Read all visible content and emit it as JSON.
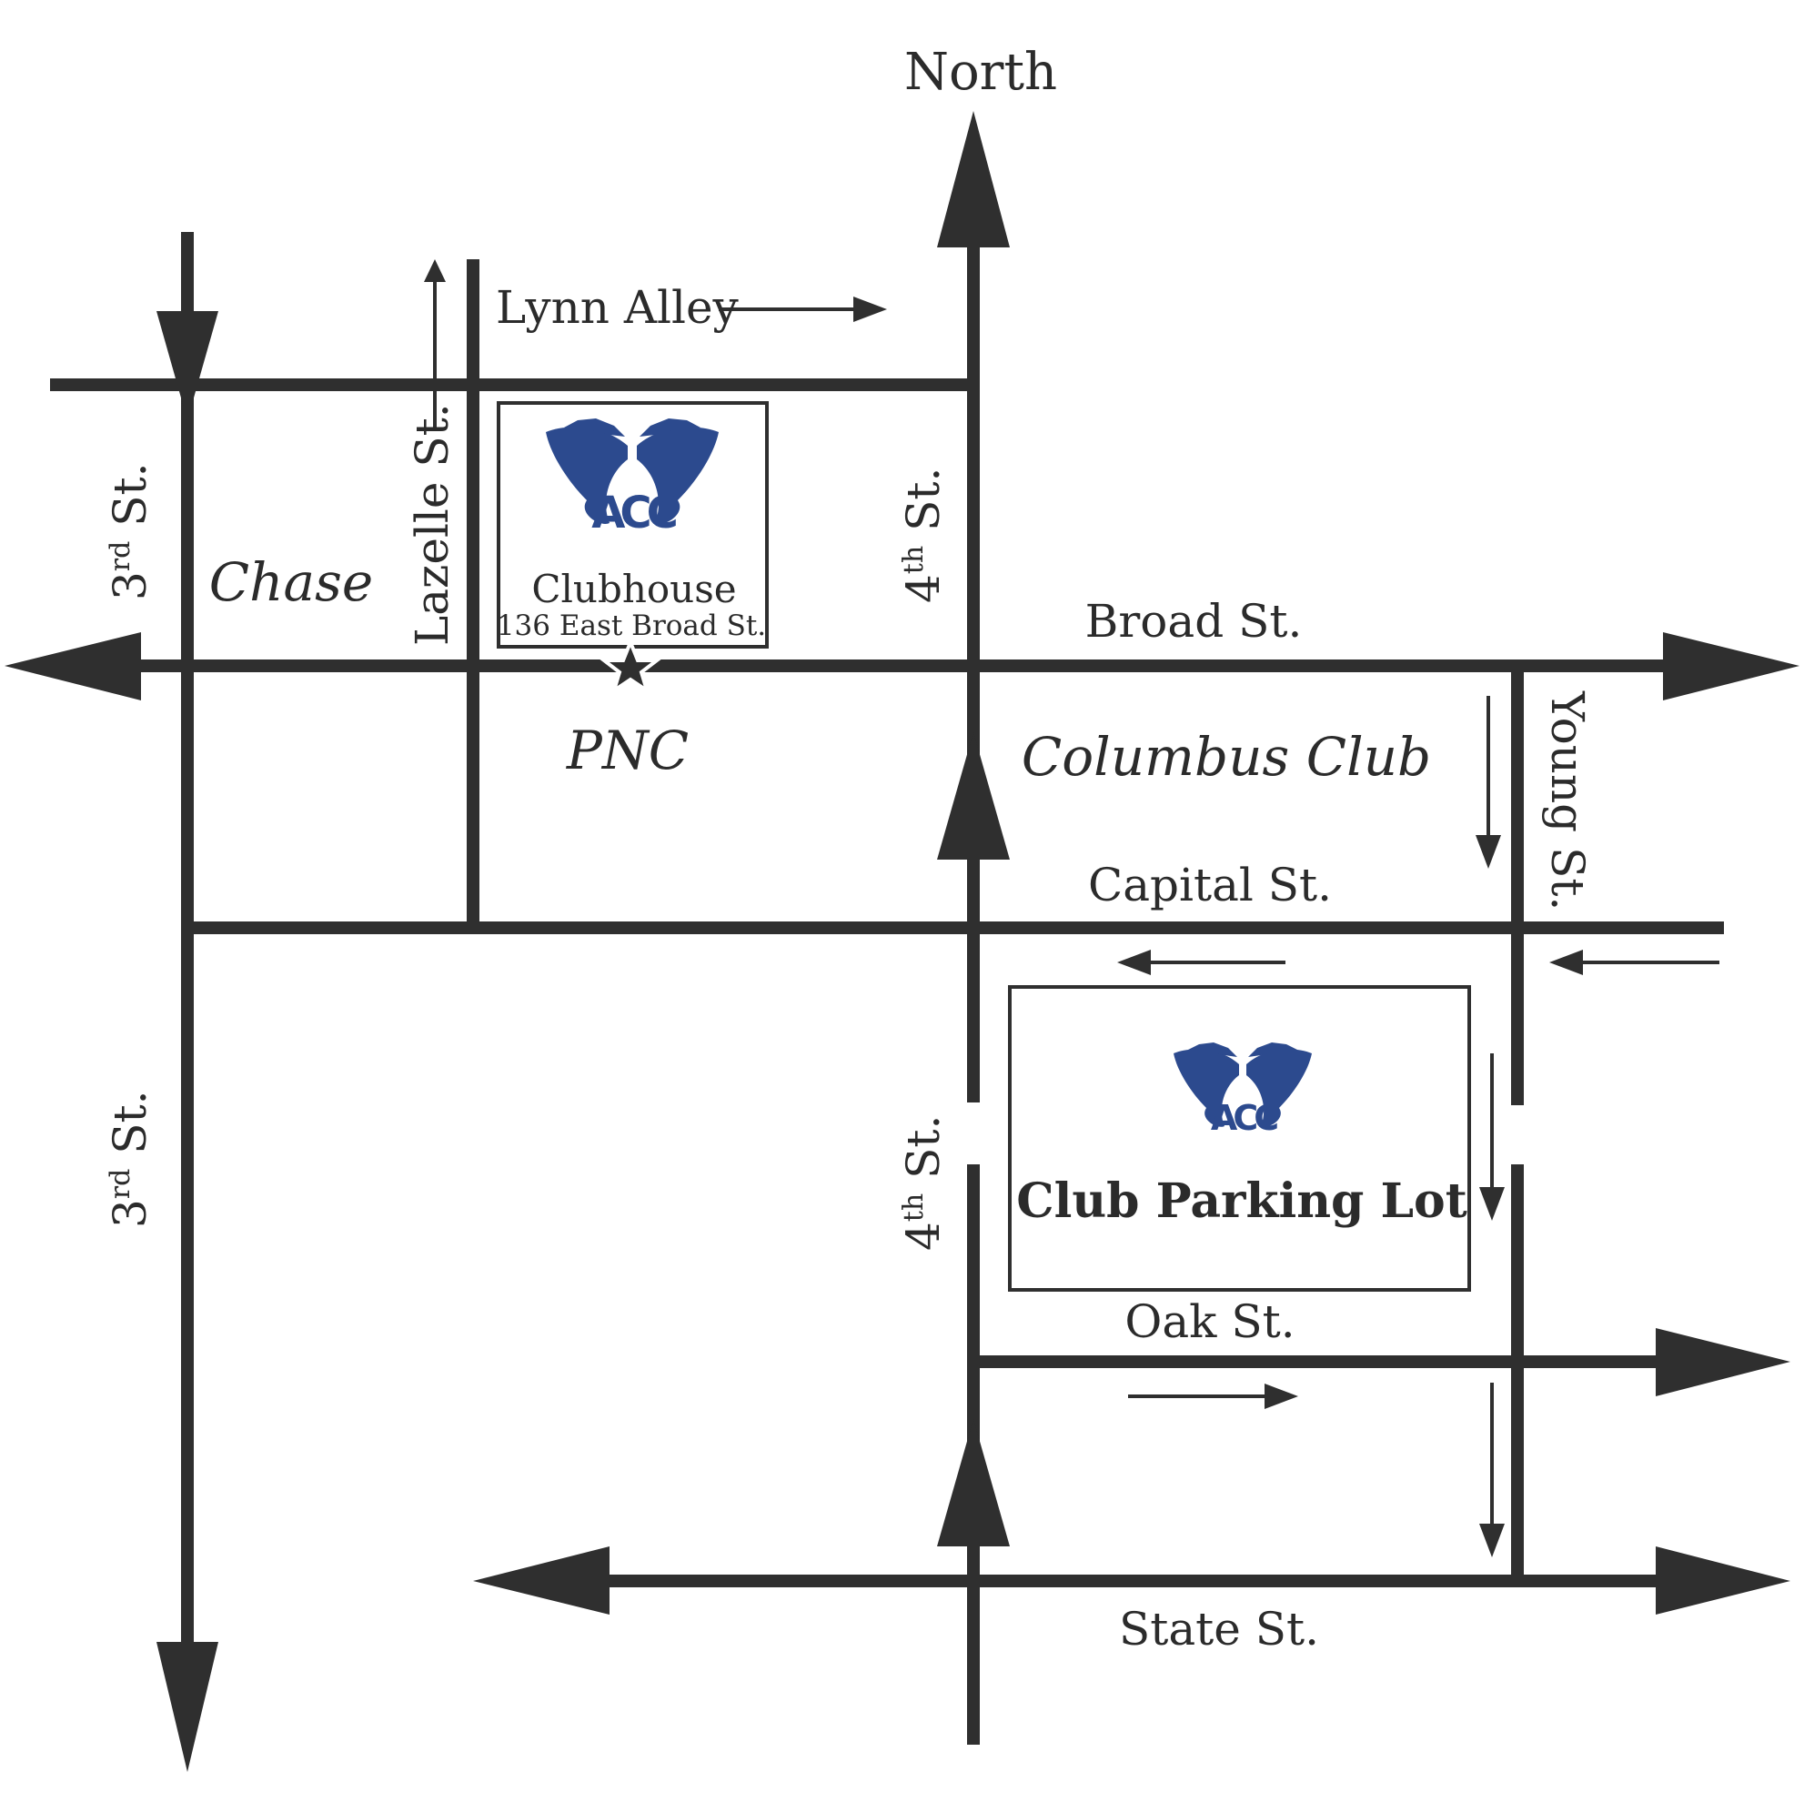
{
  "compass": {
    "north_label": "North"
  },
  "streets": {
    "third_upper": {
      "label": "3",
      "suffix": "rd",
      "tail": " St."
    },
    "third_lower": {
      "label": "3",
      "suffix": "rd",
      "tail": " St."
    },
    "fourth_upper": {
      "label": "4",
      "suffix": "th",
      "tail": " St."
    },
    "fourth_lower": {
      "label": "4",
      "suffix": "th",
      "tail": " St."
    },
    "lazelle": "Lazelle St.",
    "lynn_alley": "Lynn Alley",
    "broad": "Broad St.",
    "capital": "Capital St.",
    "young": "Young St.",
    "oak": "Oak St.",
    "state": "State St."
  },
  "places": {
    "chase": "Chase",
    "pnc": "PNC",
    "columbus_club": "Columbus Club"
  },
  "clubhouse": {
    "name": "Clubhouse",
    "address": "136 East Broad St.",
    "logo_letters": "ACC"
  },
  "parking": {
    "name": "Club Parking Lot",
    "logo_letters": "ACC"
  },
  "colors": {
    "road": "#2f2f2f",
    "logo_blue": "#2c4a8e",
    "text": "#2b2b2b"
  }
}
